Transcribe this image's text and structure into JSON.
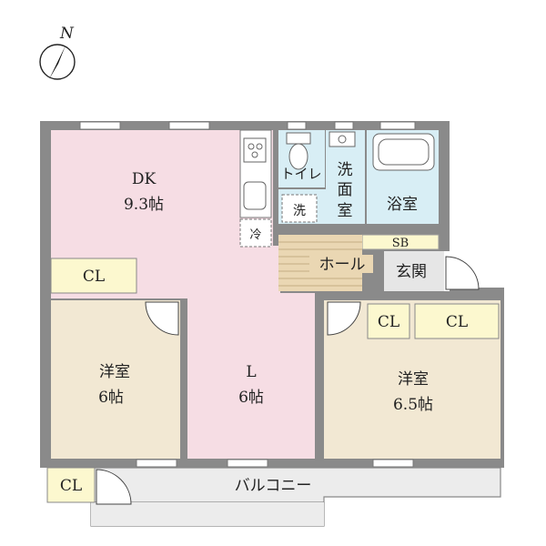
{
  "compass": {
    "north_label": "N"
  },
  "rooms": {
    "dk": {
      "name": "DK",
      "size": "9.3帖"
    },
    "living": {
      "name": "L",
      "size": "6帖"
    },
    "western_left": {
      "name": "洋室",
      "size": "6帖"
    },
    "western_right": {
      "name": "洋室",
      "size": "6.5帖"
    },
    "toilet": {
      "name": "トイレ"
    },
    "washroom": {
      "line1": "洗",
      "line2": "面",
      "line3": "室"
    },
    "bath": {
      "name": "浴室"
    },
    "hall": {
      "name": "ホール"
    },
    "entrance": {
      "name": "玄関"
    },
    "balcony": {
      "name": "バルコニー"
    }
  },
  "storage": {
    "cl_dk": "CL",
    "cl_right_1": "CL",
    "cl_right_2": "CL",
    "cl_balcony": "CL",
    "shoe_box": "SB"
  },
  "fixtures": {
    "washer": "洗",
    "fridge": "冷"
  },
  "colors": {
    "dk_living": "#f6dde4",
    "western": "#f2e8d3",
    "wet_area": "#d8eef5",
    "closet": "#fcf8cf",
    "balcony": "#ececec",
    "hall_floor": "#ead7b3",
    "entrance": "#e6e6e6",
    "wall": "#8a8a8a"
  }
}
